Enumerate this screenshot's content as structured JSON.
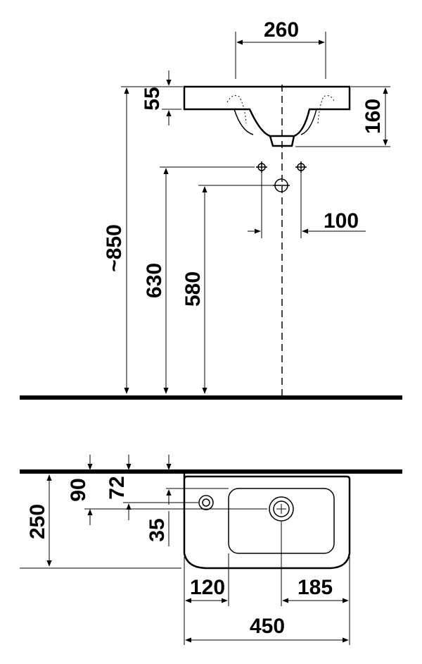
{
  "dimensions": {
    "top_width": "260",
    "rim_height": "55",
    "basin_depth": "160",
    "install_height": "~850",
    "supply_height": "630",
    "drain_height": "580",
    "supply_spacing": "100",
    "wall_offset_a": "90",
    "wall_offset_b": "72",
    "tap_offset": "35",
    "projection": "250",
    "left_offset": "120",
    "drain_offset": "185",
    "total_width": "450"
  }
}
